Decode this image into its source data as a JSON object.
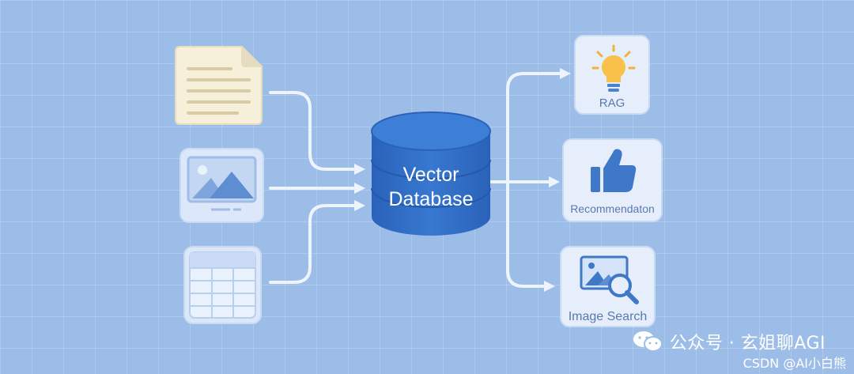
{
  "database": {
    "line1": "Vector",
    "line2": "Database"
  },
  "inputs": [
    {
      "icon": "document-icon"
    },
    {
      "icon": "image-icon"
    },
    {
      "icon": "table-icon"
    }
  ],
  "outputs": [
    {
      "label": "RAG",
      "icon": "lightbulb-icon"
    },
    {
      "label": "Recommendaton",
      "icon": "thumbs-up-icon"
    },
    {
      "label": "Image Search",
      "icon": "image-search-icon"
    }
  ],
  "watermark": {
    "line1": "公众号 · 玄姐聊AGI",
    "line2": "CSDN @AI小白熊"
  },
  "colors": {
    "background": "#9dbde9",
    "database": "#2f6cc5",
    "connector": "#eef4fd",
    "card": "#e6eefb",
    "icon": "#3f78c8"
  }
}
